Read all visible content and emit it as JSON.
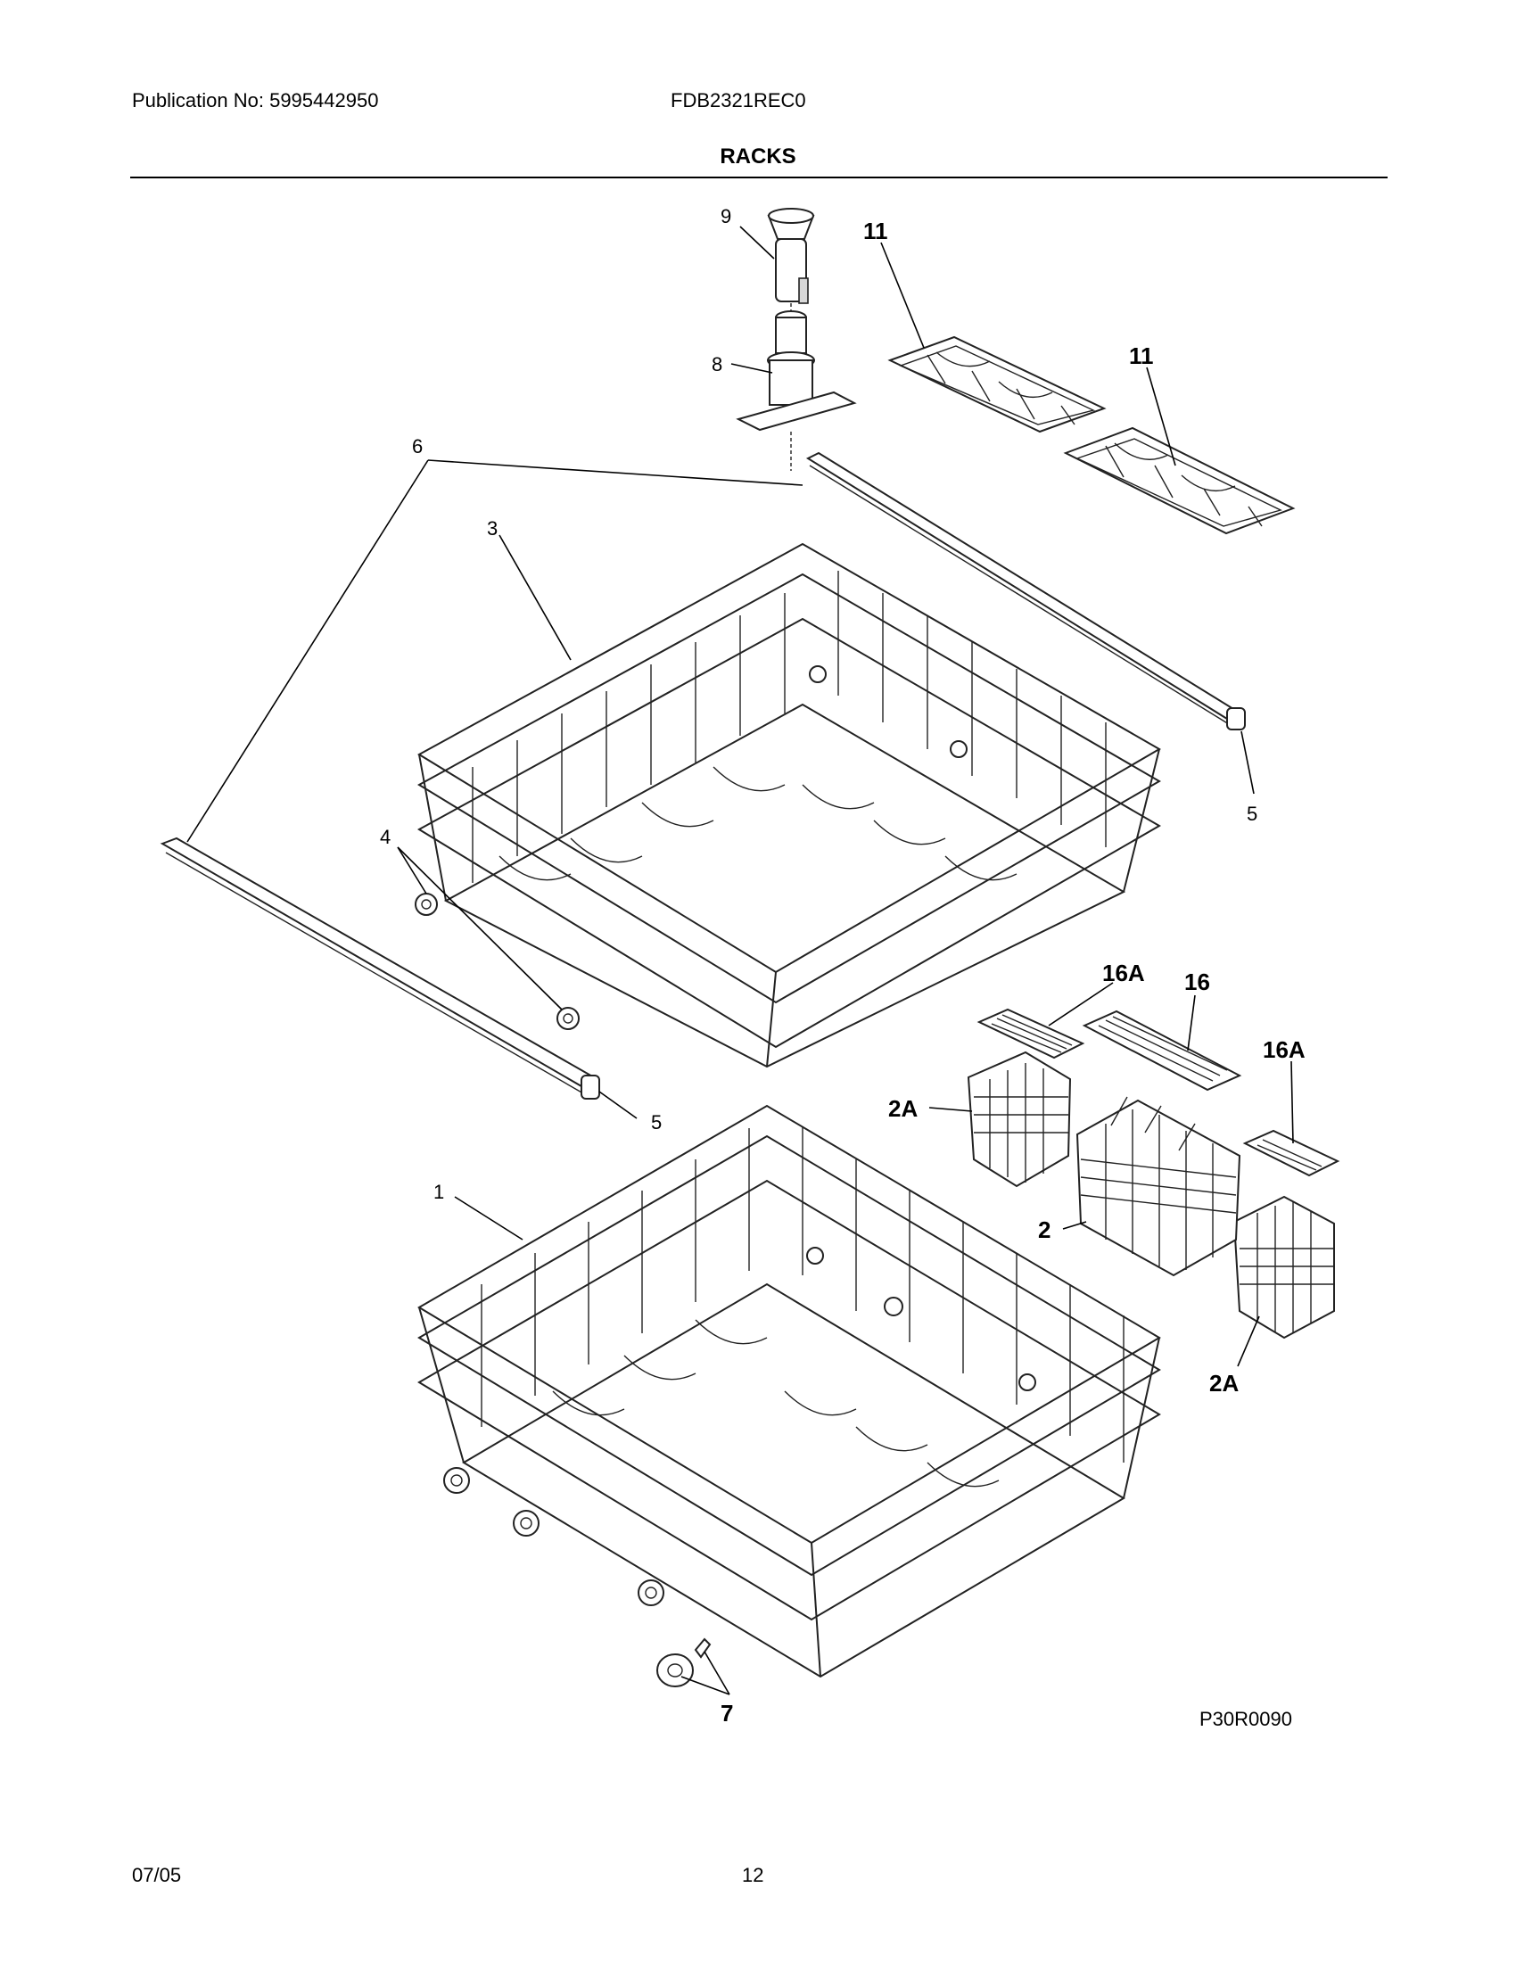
{
  "header": {
    "publication": "Publication No: 5995442950",
    "model": "FDB2321REC0",
    "section_title": "RACKS"
  },
  "callouts": {
    "c9": "9",
    "c8": "8",
    "c11a": "11",
    "c11b": "11",
    "c6": "6",
    "c3": "3",
    "c5a": "5",
    "c4": "4",
    "c16a_top": "16A",
    "c16": "16",
    "c16a_right": "16A",
    "c2a_left": "2A",
    "c5b": "5",
    "c1": "1",
    "c2": "2",
    "c2a_right": "2A",
    "c7": "7"
  },
  "figure_id": "P30R0090",
  "footer": {
    "date": "07/05",
    "page": "12"
  }
}
